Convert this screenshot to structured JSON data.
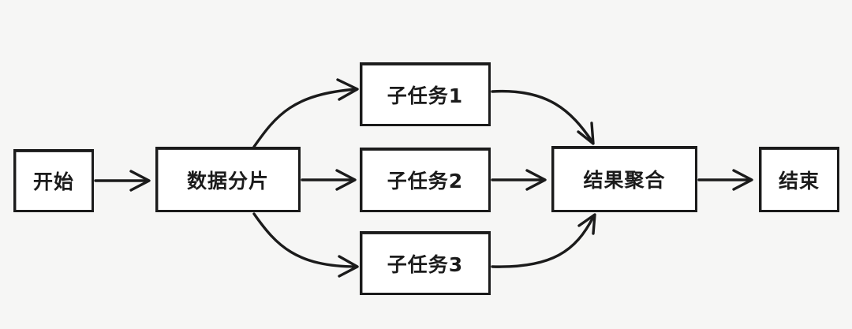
{
  "diagram": {
    "nodes": {
      "start": "开始",
      "shard": "数据分片",
      "task1": "子任务1",
      "task2": "子任务2",
      "task3": "子任务3",
      "aggregate": "结果聚合",
      "end": "结束"
    },
    "edges": [
      {
        "from": "start",
        "to": "shard"
      },
      {
        "from": "shard",
        "to": "task1"
      },
      {
        "from": "shard",
        "to": "task2"
      },
      {
        "from": "shard",
        "to": "task3"
      },
      {
        "from": "task1",
        "to": "aggregate"
      },
      {
        "from": "task2",
        "to": "aggregate"
      },
      {
        "from": "task3",
        "to": "aggregate"
      },
      {
        "from": "aggregate",
        "to": "end"
      }
    ]
  }
}
